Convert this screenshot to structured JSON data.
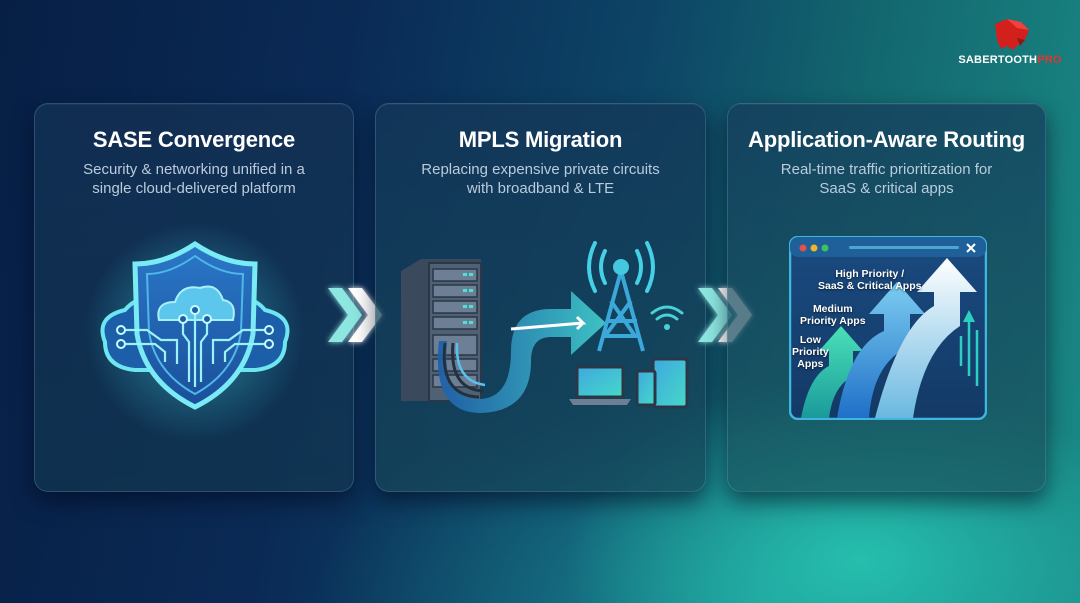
{
  "brand": {
    "name_main": "SABERTOOTH",
    "name_accent": "PRO",
    "icon": "sabertooth-head-icon",
    "accent_color": "#e2352d"
  },
  "cards": [
    {
      "title": "SASE Convergence",
      "subtitle_line1": "Security & networking unified in a",
      "subtitle_line2": "single cloud-delivered platform",
      "illustration": "shield-cloud-circuit-icon"
    },
    {
      "title": "MPLS Migration",
      "subtitle_line1": "Replacing expensive private circuits",
      "subtitle_line2": "with broadband & LTE",
      "illustration": "server-to-cell-tower-icon"
    },
    {
      "title": "Application-Aware Routing",
      "subtitle_line1": "Real-time traffic prioritization for",
      "subtitle_line2": "SaaS & critical apps",
      "illustration": "priority-arrows-window-icon",
      "window_labels": {
        "high_line1": "High Priority /",
        "high_line2": "SaaS & Critical Apps",
        "medium_line1": "Medium",
        "medium_line2": "Priority Apps",
        "low_line1": "Low",
        "low_line2": "Priority",
        "low_line3": "Apps"
      }
    }
  ],
  "connectors": [
    "double-chevron-right-icon",
    "double-chevron-right-icon"
  ],
  "colors": {
    "bg_dark": "#071f45",
    "bg_teal": "#28c8b4",
    "glow_cyan": "#5fe3e6",
    "card_border": "#4a7596"
  }
}
